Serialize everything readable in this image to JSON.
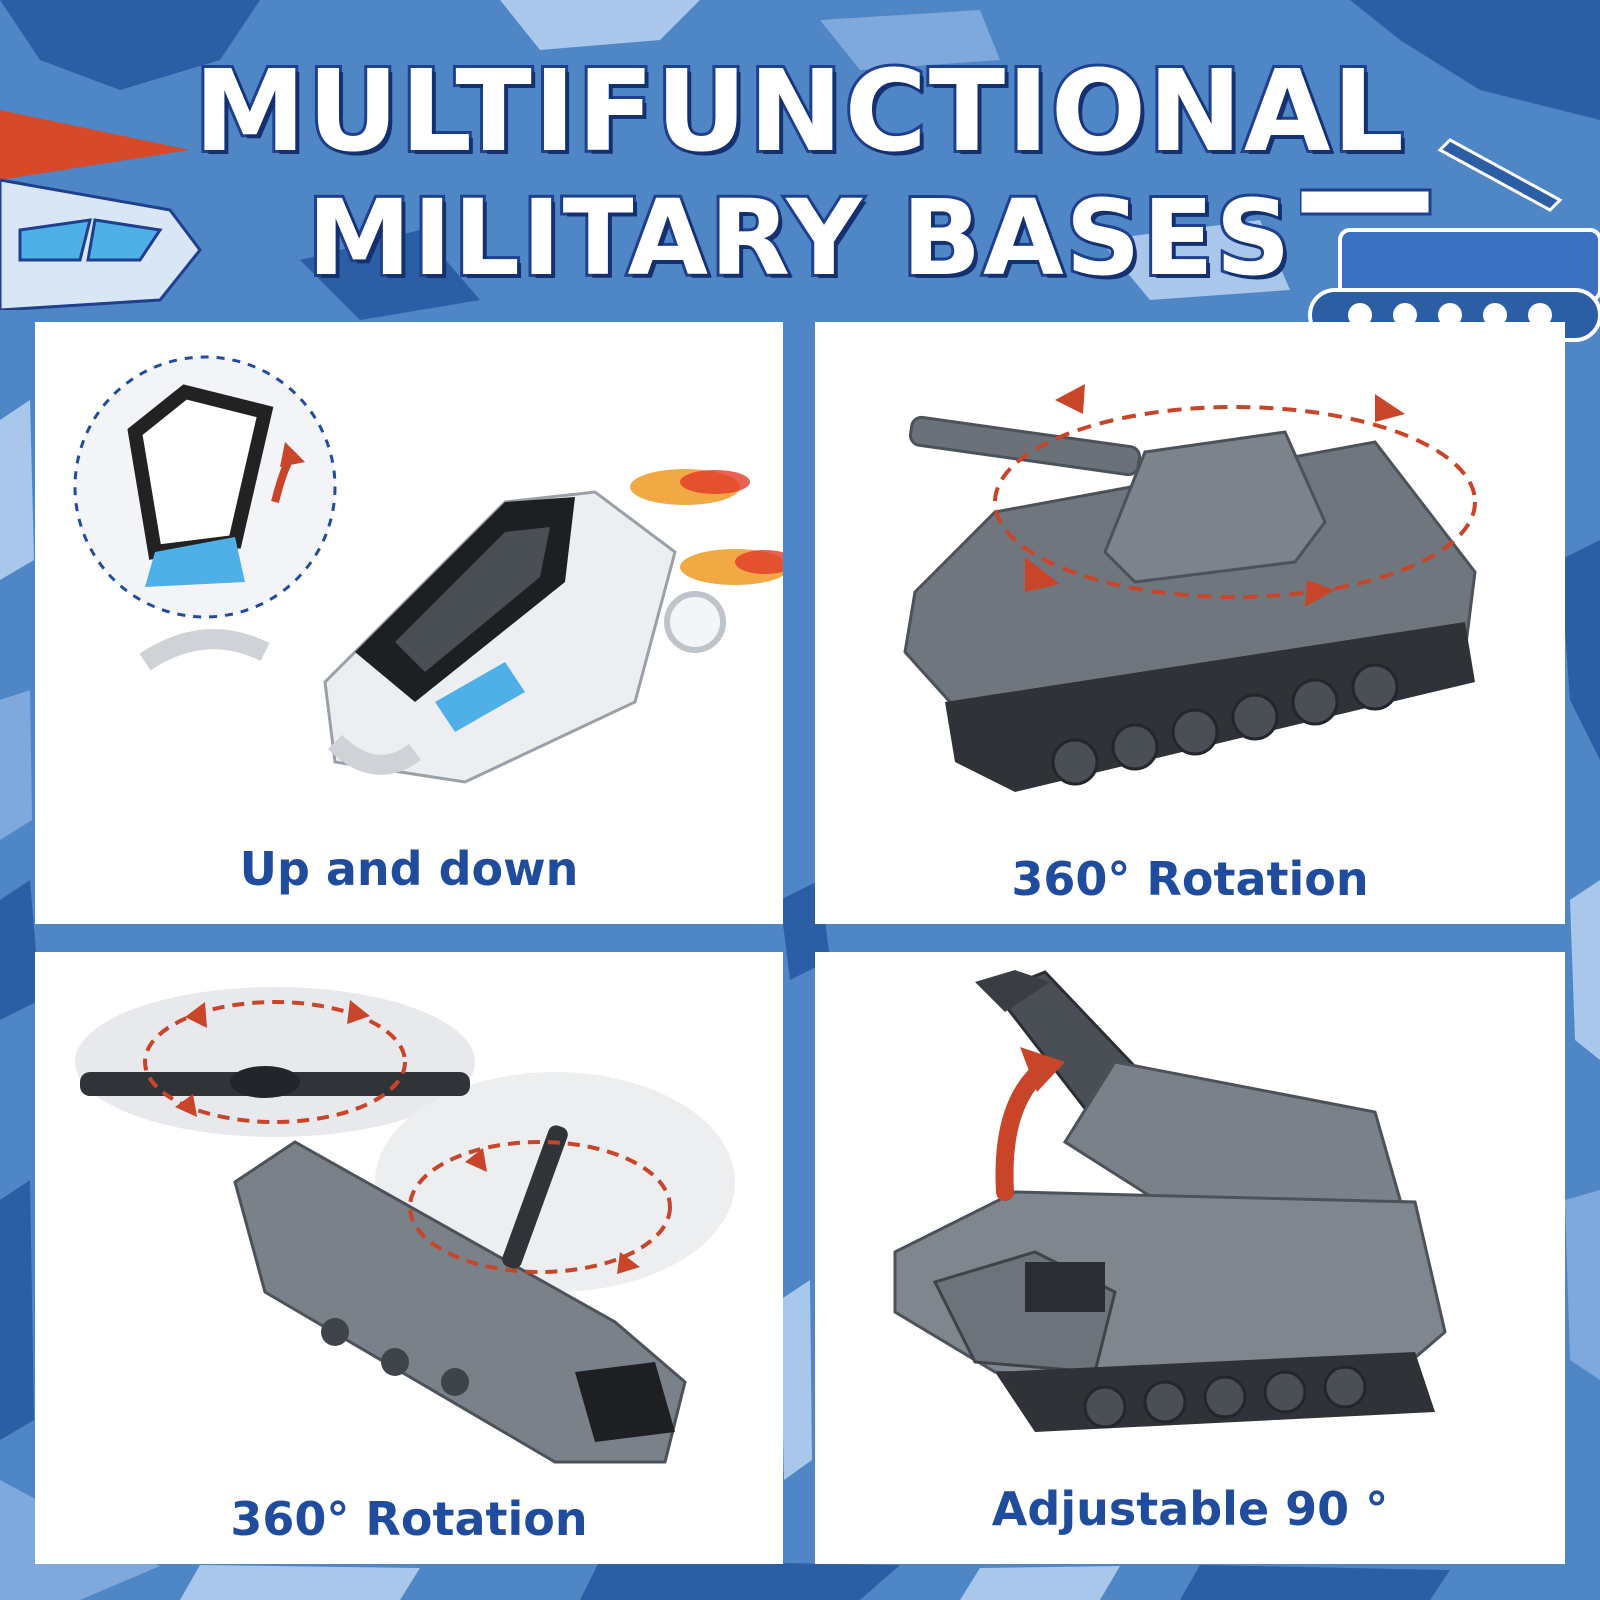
{
  "header": {
    "line1": "MULTIFUNCTIONAL",
    "line2": "MILITARY BASES"
  },
  "panels": [
    {
      "caption": "Up and down",
      "icon": "jet-icon"
    },
    {
      "caption": "360° Rotation",
      "icon": "tank-icon"
    },
    {
      "caption": "360° Rotation",
      "icon": "helicopter-icon"
    },
    {
      "caption": "Adjustable 90 °",
      "icon": "missile-launcher-icon"
    }
  ],
  "colors": {
    "camo_light": "#7fa9dc",
    "camo_mid": "#4f86c6",
    "camo_dark": "#2c5ea6",
    "title_stroke": "#1f3f8f",
    "caption": "#1f4c9c",
    "arrow": "#c8452a",
    "toy_gray": "#7a8189"
  }
}
